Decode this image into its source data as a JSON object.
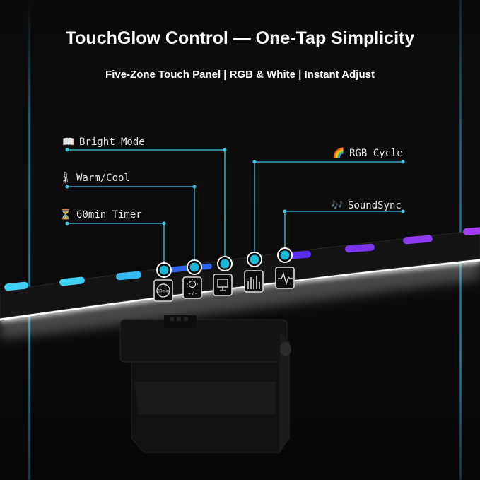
{
  "header": {
    "title": "TouchGlow Control — One-Tap Simplicity",
    "subtitle": "Five-Zone Touch Panel | RGB & White | Instant Adjust"
  },
  "callouts": [
    {
      "id": "bright",
      "icon": "book-icon",
      "glyph": "📖",
      "label": "Bright Mode"
    },
    {
      "id": "warm",
      "icon": "thermometer-icon",
      "glyph": "🌡",
      "label": "Warm/Cool"
    },
    {
      "id": "timer",
      "icon": "hourglass-icon",
      "glyph": "⏳",
      "label": "60min Timer"
    },
    {
      "id": "rgb",
      "icon": "rainbow-icon",
      "glyph": "🌈",
      "label": "RGB Cycle"
    },
    {
      "id": "sound",
      "icon": "music-notes-icon",
      "glyph": "🎶",
      "label": "SoundSync"
    }
  ],
  "panel_buttons": [
    {
      "id": "timer",
      "icon": "timer-60-icon",
      "icon_text": "60min"
    },
    {
      "id": "warm",
      "icon": "bulb-plus-minus-icon",
      "icon_text": "+ / -"
    },
    {
      "id": "bright",
      "icon": "monitor-icon"
    },
    {
      "id": "rgb",
      "icon": "equalizer-icon"
    },
    {
      "id": "sound",
      "icon": "pulse-wave-icon"
    }
  ],
  "colors": {
    "accent_line": "#3fc6e6",
    "dot_fill": "#18b7d6",
    "led_cyan": "#3fc9f2",
    "led_blue": "#2f63f0",
    "led_purple": "#8a3cf2",
    "glow_white": "#ffffff"
  }
}
